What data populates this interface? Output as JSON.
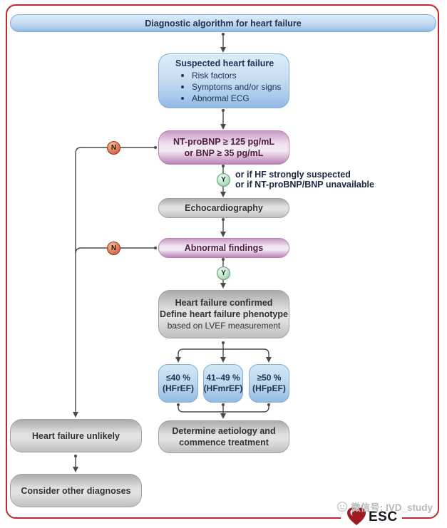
{
  "colors": {
    "accent-red": "#c1272d",
    "line-grey": "#4a4a4c",
    "navy-text": "#1e3052",
    "maroon-text": "#4f1d3e",
    "charcoal-text": "#333335",
    "no-badge-red": "#c95834",
    "yes-badge-green": "#9ed0ac",
    "esc-heart-red": "#9e1b20",
    "watermark-grey": "#b9b9b9"
  },
  "title": "Diagnostic algorithm for heart failure",
  "suspected": {
    "heading": "Suspected heart failure",
    "bullets": [
      "Risk factors",
      "Symptoms and/or signs",
      "Abnormal ECG"
    ]
  },
  "natriuretic": {
    "line1": "NT-proBNP ≥ 125 pg/mL",
    "line2": "or BNP ≥ 35 pg/mL"
  },
  "badge_no": "N",
  "badge_yes": "Y",
  "yes_note": {
    "line1": "or if HF strongly suspected",
    "line2": "or if NT-proBNP/BNP unavailable"
  },
  "echocardiography": "Echocardiography",
  "abnormal_findings": "Abnormal findings",
  "confirmed": {
    "line1": "Heart failure confirmed",
    "line2": "Define heart failure phenotype",
    "line3": "based on LVEF measurement"
  },
  "lvef_categories": [
    {
      "range": "≤40 %",
      "label": "(HFrEF)"
    },
    {
      "range": "41–49 %",
      "label": "(HFmrEF)"
    },
    {
      "range": "≥50 %",
      "label": "(HFpEF)"
    }
  ],
  "heart_failure_unlikely": "Heart failure unlikely",
  "consider_other_diagnoses": "Consider other diagnoses",
  "determine": {
    "line1": "Determine aetiology and",
    "line2": "commence treatment"
  },
  "watermark": "微信号: IVD_study",
  "esc": "ESC"
}
